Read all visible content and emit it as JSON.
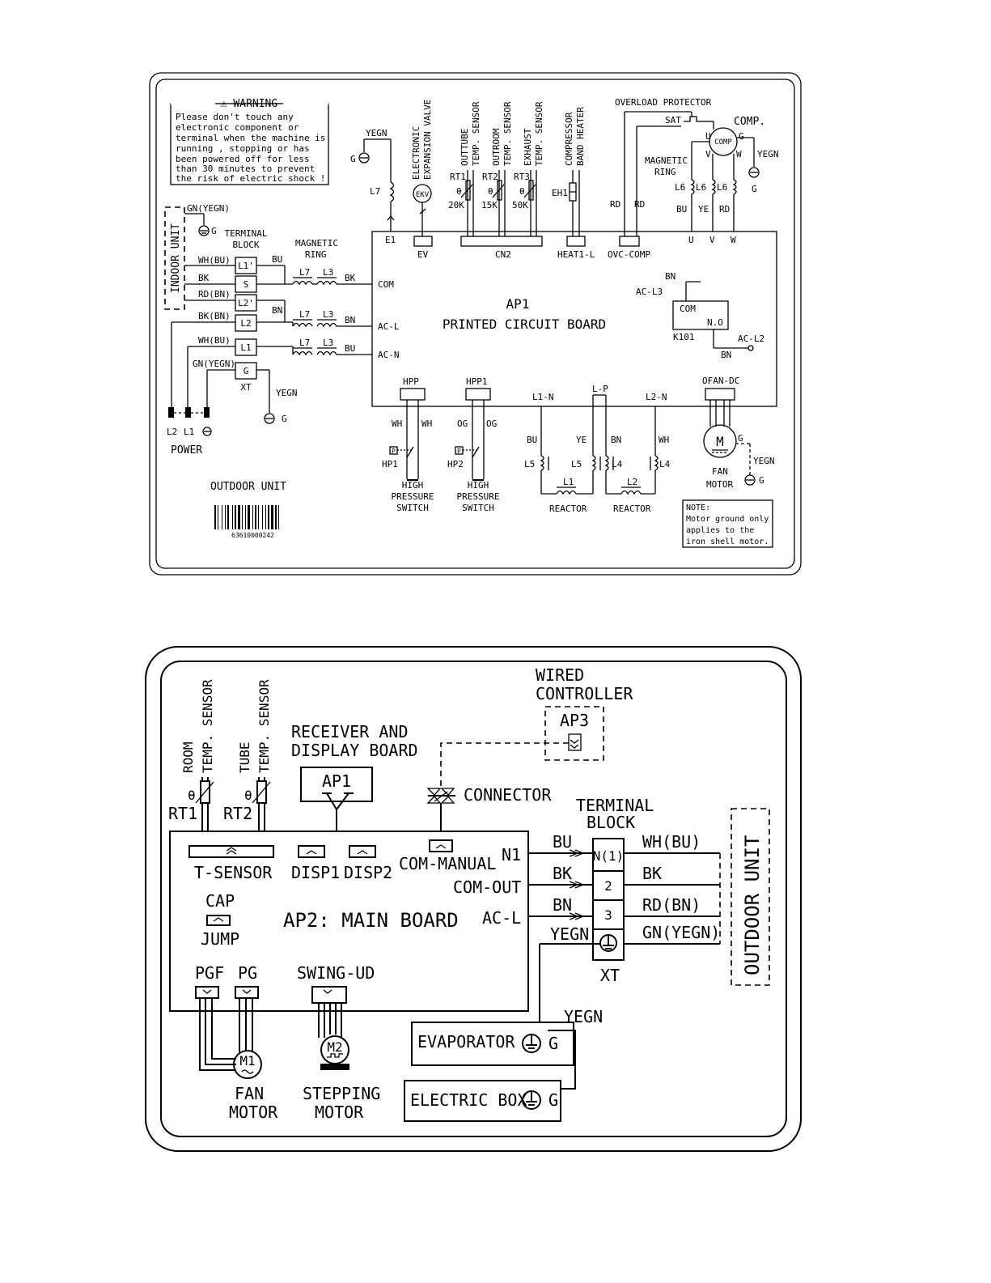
{
  "outdoor": {
    "warning": {
      "title": "⚠ WARNING",
      "lines": [
        "Please don't touch any",
        "electronic component or",
        "terminal when the machine is",
        "running , stopping or has",
        "been powered off for less",
        "than 30 minutes to prevent",
        "the risk of electric shock !"
      ]
    },
    "unit_label": "OUTDOOR UNIT",
    "indoor_unit": "INDOOR UNIT",
    "barcode_number": "63610000242",
    "power": "POWER",
    "board": {
      "ref": "AP1",
      "name": "PRINTED CIRCUIT BOARD"
    },
    "terminal_block": {
      "title1": "TERMINAL",
      "title2": "BLOCK",
      "ref": "XT",
      "terminals": [
        "L1'",
        "S",
        "L2'",
        "L2",
        "L1",
        "G"
      ]
    },
    "magnetic_ring": {
      "title1": "MAGNETIC",
      "title2": "RING"
    },
    "wires_left": [
      "GN(YEGN)",
      "WH(BU)",
      "BK",
      "RD(BN)",
      "BK(BN)",
      "WH(BU)",
      "GN(YEGN)"
    ],
    "ring_chokes": [
      "L7",
      "L3"
    ],
    "wire_bu": "BU",
    "wire_bk": "BK",
    "wire_bn": "BN",
    "wire_yegn": "YEGN",
    "wire_rd": "RD",
    "wire_ye": "YE",
    "wire_wh": "WH",
    "wire_og": "OG",
    "ground": "G",
    "power_terms": [
      "L2",
      "L1"
    ],
    "pcb_left_ports": [
      "COM",
      "AC-L",
      "AC-N"
    ],
    "pcb_top_ports": [
      "E1",
      "EV",
      "CN2",
      "HEAT1-L",
      "OVC-COMP"
    ],
    "uvw": [
      "U",
      "V",
      "W"
    ],
    "sensors": [
      {
        "title1": "OUTTUBE",
        "title2": "TEMP. SENSOR",
        "ref": "RT1",
        "value": "20K"
      },
      {
        "title1": "OUTROOM",
        "title2": "TEMP. SENSOR",
        "ref": "RT2",
        "value": "15K"
      },
      {
        "title1": "EXHAUST",
        "title2": "TEMP. SENSOR",
        "ref": "RT3",
        "value": "50K"
      }
    ],
    "theta": "θ",
    "ekv": {
      "title1": "ELECTRONIC",
      "title2": "EXPANSION VALVE",
      "ref": "EKV"
    },
    "heater": {
      "title1": "COMPRESSOR",
      "title2": "BAND HEATER",
      "ref": "EH1"
    },
    "l7": "L7",
    "overload": "OVERLOAD PROTECTOR",
    "sat": "SAT",
    "comp": {
      "title": "COMP.",
      "inner": "COMP"
    },
    "l6": "L6",
    "relay": {
      "ac_l3": "AC-L3",
      "com": "COM",
      "no": "N.O",
      "ref": "K101",
      "ac_l2": "AC-L2"
    },
    "hpp": {
      "ports": [
        "HPP",
        "HPP1"
      ],
      "refs": [
        "HP1",
        "HP2"
      ],
      "p": "P",
      "title": [
        "HIGH",
        "PRESSURE",
        "SWITCH"
      ]
    },
    "reactor_ports": [
      "L1-N",
      "L-P",
      "L2-N"
    ],
    "reactor_coils": [
      "L5",
      "L5",
      "L4",
      "L4"
    ],
    "reactors": [
      {
        "ref": "L1",
        "name": "REACTOR"
      },
      {
        "ref": "L2",
        "name": "REACTOR"
      }
    ],
    "fan": {
      "port": "OFAN-DC",
      "m": "M",
      "title1": "FAN",
      "title2": "MOTOR"
    },
    "note": [
      "NOTE:",
      "Motor ground only",
      "applies to the",
      "iron shell motor."
    ]
  },
  "indoor": {
    "sensors": [
      {
        "title1": "ROOM",
        "title2": "TEMP. SENSOR",
        "ref": "RT1"
      },
      {
        "title1": "TUBE",
        "title2": "TEMP. SENSOR",
        "ref": "RT2"
      }
    ],
    "theta": "θ",
    "receiver": {
      "title1": "RECEIVER AND",
      "title2": "DISPLAY BOARD",
      "ref": "AP1"
    },
    "wired": {
      "title1": "WIRED",
      "title2": "CONTROLLER",
      "ref": "AP3"
    },
    "connector": "CONNECTOR",
    "terminal_block": {
      "title1": "TERMINAL",
      "title2": "BLOCK",
      "ref": "XT",
      "terminals": [
        "N(1)",
        "2",
        "3"
      ]
    },
    "outdoor_unit": "OUTDOOR UNIT",
    "main_board": "AP2: MAIN BOARD",
    "ports": [
      "T-SENSOR",
      "DISP1",
      "DISP2",
      "COM-MANUAL",
      "N1",
      "COM-OUT",
      "AC-L"
    ],
    "cap": "CAP",
    "jump": "JUMP",
    "motor_ports": [
      "PGF",
      "PG",
      "SWING-UD"
    ],
    "board_wires": [
      "BU",
      "BK",
      "BN",
      "YEGN"
    ],
    "out_wires": [
      "WH(BU)",
      "BK",
      "RD(BN)",
      "GN(YEGN)"
    ],
    "fan": {
      "ref": "M1",
      "title1": "FAN",
      "title2": "MOTOR"
    },
    "stepping": {
      "ref": "M2",
      "title1": "STEPPING",
      "title2": "MOTOR"
    },
    "evaporator": "EVAPORATOR",
    "electric_box": "ELECTRIC BOX",
    "ground": "G",
    "yegn": "YEGN"
  }
}
